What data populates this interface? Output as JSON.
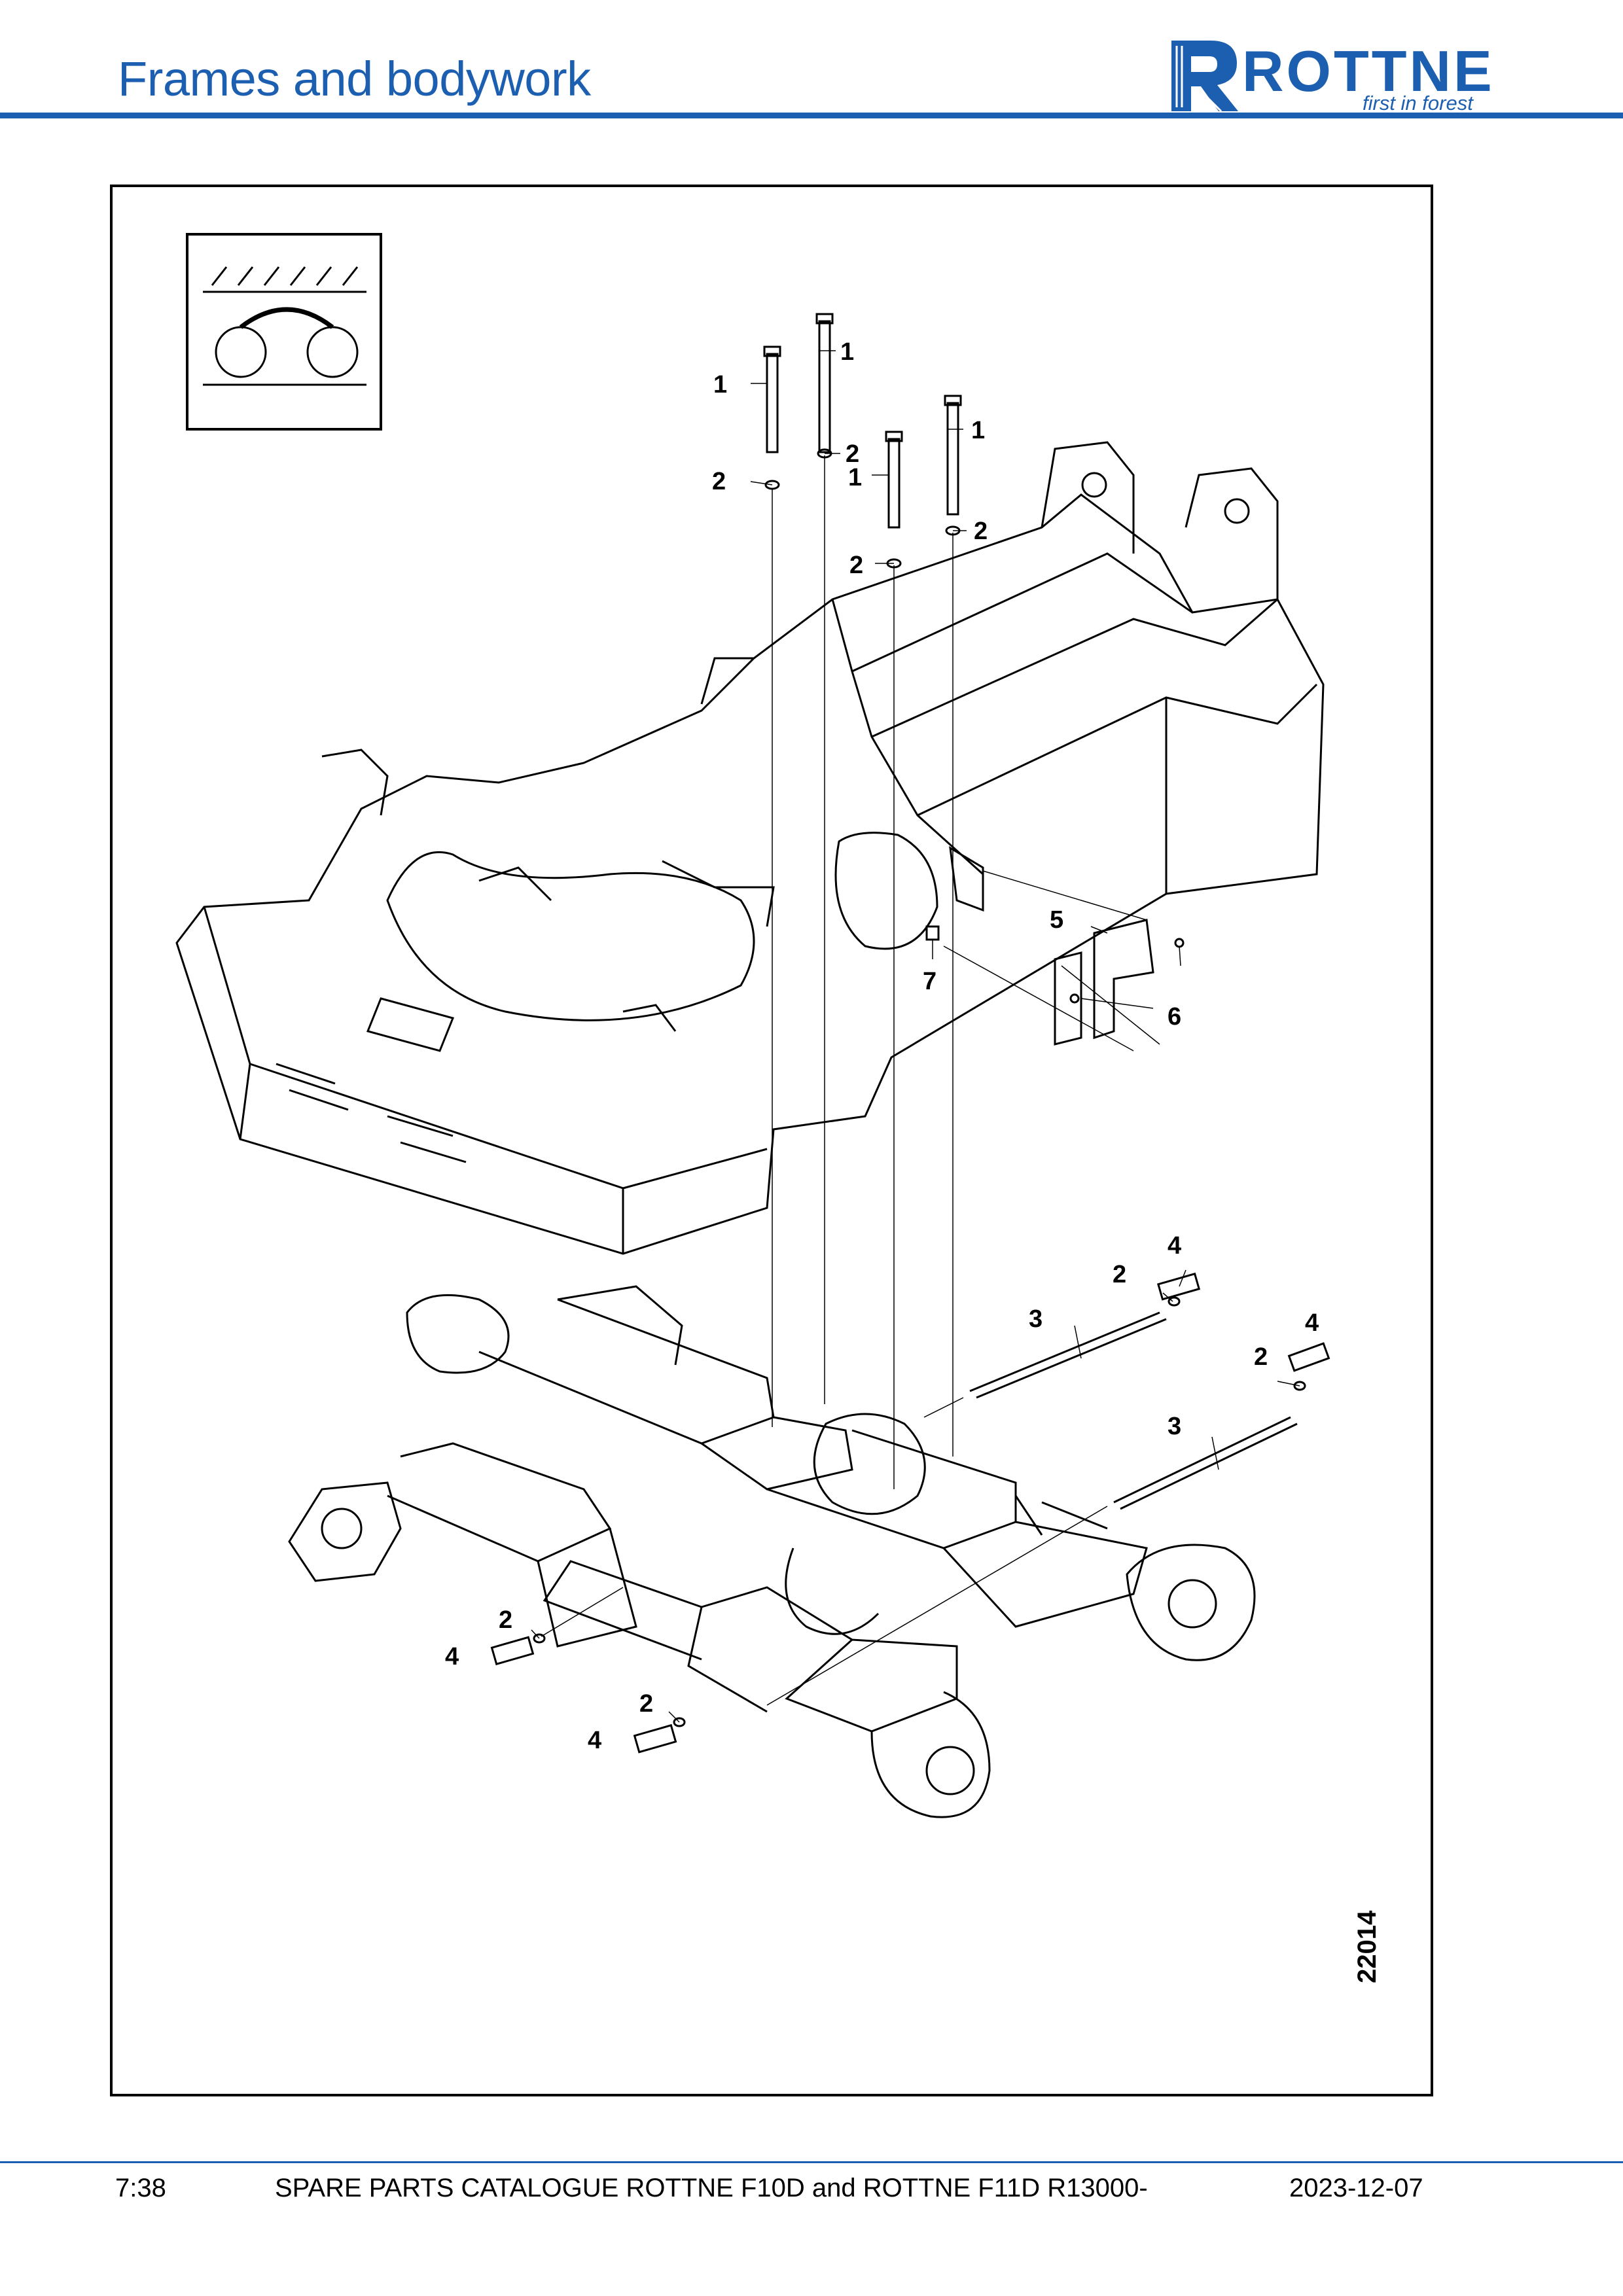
{
  "header": {
    "title": "Frames and bodywork",
    "logo_word": "ROTTNE",
    "logo_tagline": "first in forest",
    "brand_color": "#1c5fb0"
  },
  "diagram": {
    "figure_number": "22014",
    "callouts": [
      "1",
      "1",
      "1",
      "1",
      "2",
      "2",
      "2",
      "2",
      "2",
      "2",
      "2",
      "2",
      "3",
      "3",
      "4",
      "4",
      "4",
      "4",
      "5",
      "6",
      "7"
    ]
  },
  "footer": {
    "page": "7:38",
    "catalogue": "SPARE PARTS CATALOGUE ROTTNE F10D and ROTTNE F11D R13000-",
    "date": "2023-12-07"
  }
}
